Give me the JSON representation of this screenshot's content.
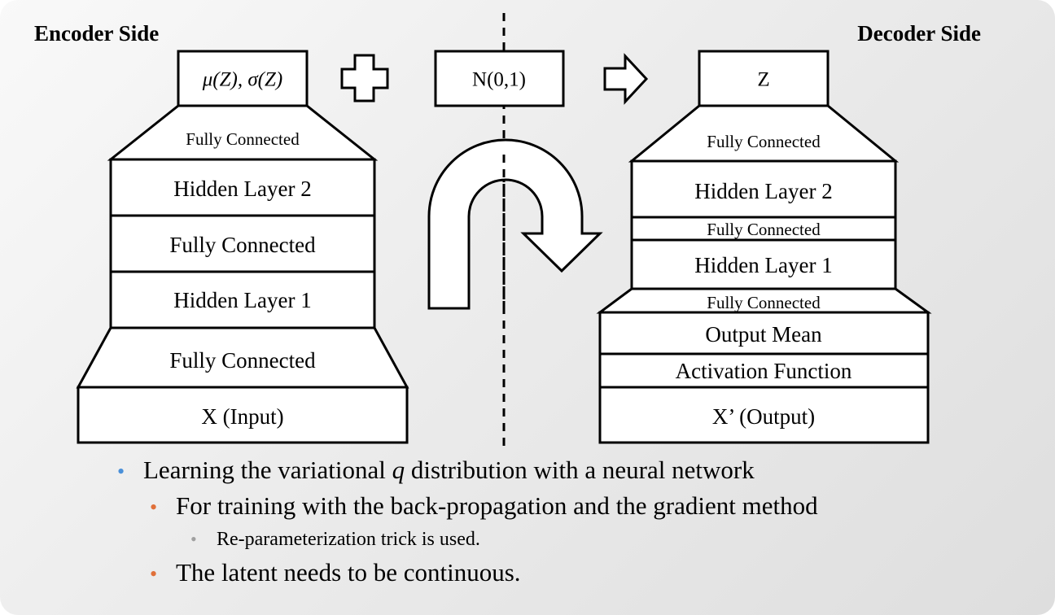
{
  "encoder": {
    "title": "Encoder Side",
    "latent_params": "μ(Z), σ(Z)",
    "layers": {
      "fc_top": "Fully Connected",
      "hidden2": "Hidden Layer 2",
      "fc_mid": "Fully Connected",
      "hidden1": "Hidden Layer 1",
      "fc_bottom": "Fully Connected",
      "input": "X (Input)"
    }
  },
  "noise": {
    "label": "N(0,1)"
  },
  "decoder": {
    "title": "Decoder Side",
    "z": "Z",
    "layers": {
      "fc_top": "Fully Connected",
      "hidden2": "Hidden Layer 2",
      "fc_mid": "Fully Connected",
      "hidden1": "Hidden Layer 1",
      "fc_bottom": "Fully Connected",
      "output_mean": "Output Mean",
      "activation": "Activation Function",
      "output": "X’ (Output)"
    }
  },
  "bullets": {
    "b1_pre": "Learning the variational ",
    "b1_q": "q",
    "b1_post": " distribution with a neural network",
    "b2": "For training with the back-propagation and the gradient method",
    "b3": "Re-parameterization trick is used.",
    "b4": "The latent needs to be continuous."
  },
  "colors": {
    "bullet_level1": "#4a90d9",
    "bullet_level2": "#e0703a",
    "bullet_level3": "#a0a0a0"
  }
}
